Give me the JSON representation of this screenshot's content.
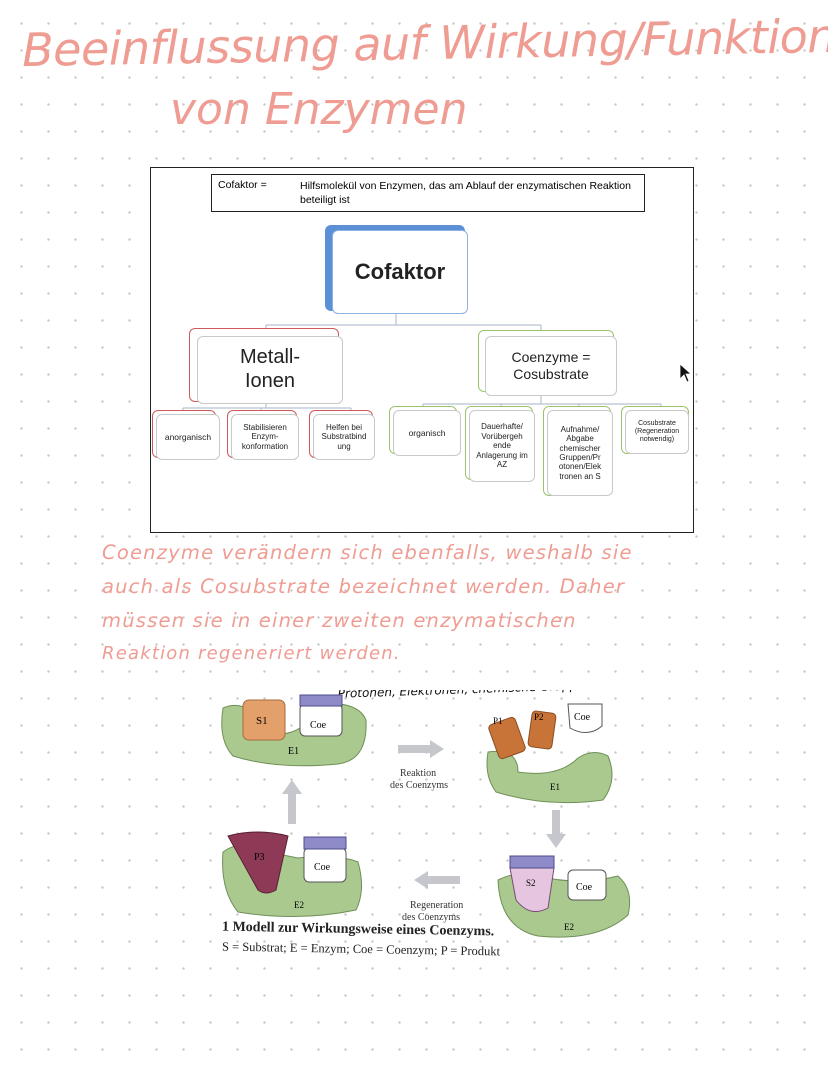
{
  "title": {
    "line1": "Beeinflussung auf Wirkung/Funktion",
    "line2": "von Enzymen"
  },
  "definition": {
    "label": "Cofaktor =",
    "text": "Hilfsmolekül von Enzymen, das am Ablauf der enzymatischen Reaktion beteiligt ist"
  },
  "tree": {
    "root": "Cofaktor",
    "left": {
      "label_line1": "Metall-",
      "label_line2": "Ionen",
      "children": [
        "anorganisch",
        "Stabilisieren Enzym-konformation",
        "Helfen bei Substratbind ung"
      ]
    },
    "right": {
      "label_line1": "Coenzyme =",
      "label_line2": "Cosubstrate",
      "children": [
        "organisch",
        "Dauerhafte/ Vorübergeh ende Anlagerung im AZ",
        "Aufnahme/ Abgabe chemischer Gruppen/Pr otonen/Elek tronen an S",
        "Cosubstrate (Regeneration notwendig)"
      ]
    },
    "colors": {
      "root": "#5b8fd6",
      "left": "#d05a5a",
      "right": "#9bc46a"
    }
  },
  "notes": [
    "Coenzyme verändern sich ebenfalls, weshalb sie",
    "auch als Cosubstrate bezeichnet werden. Daher",
    "müssen sie in einer zweiten enzymatischen",
    "Reaktion regeneriert werden."
  ],
  "handnote": "Protonen, Elektronen, chemische Gruppen",
  "cycle": {
    "labels": {
      "s1": "S1",
      "coe": "Coe",
      "e1": "E1",
      "e2": "E2",
      "p1": "P1",
      "p2": "P2",
      "p3": "P3",
      "s2": "S2"
    },
    "arrow_top": "Reaktion des Coenzyms",
    "arrow_bottom": "Regeneration des Coenzyms",
    "caption_title": "1 Modell zur Wirkungsweise eines Coenzyms.",
    "caption_legend": "S = Substrat; E = Enzym; Coe = Coenzym; P = Produkt"
  },
  "colors": {
    "handwriting": "#ef9c93",
    "enzyme": "#a9c98f",
    "substrate_s1": "#e3a06a",
    "product_p3": "#8e3a57",
    "product_p12": "#c87438",
    "coenzyme_cap": "#8f8bc9"
  }
}
